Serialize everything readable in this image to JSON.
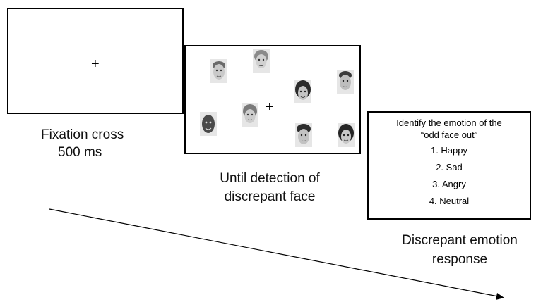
{
  "screen1": {
    "cross": "+",
    "caption_line1": "Fixation cross",
    "caption_line2": "500 ms"
  },
  "screen2": {
    "cross": "+",
    "caption_line1": "Until detection of",
    "caption_line2": "discrepant face"
  },
  "screen3": {
    "prompt_line1": "Identify the emotion of the",
    "prompt_line2": "“odd face out”",
    "options": [
      "1. Happy",
      "2. Sad",
      "3. Angry",
      "4. Neutral"
    ],
    "caption_line1": "Discrepant emotion",
    "caption_line2": "response"
  }
}
